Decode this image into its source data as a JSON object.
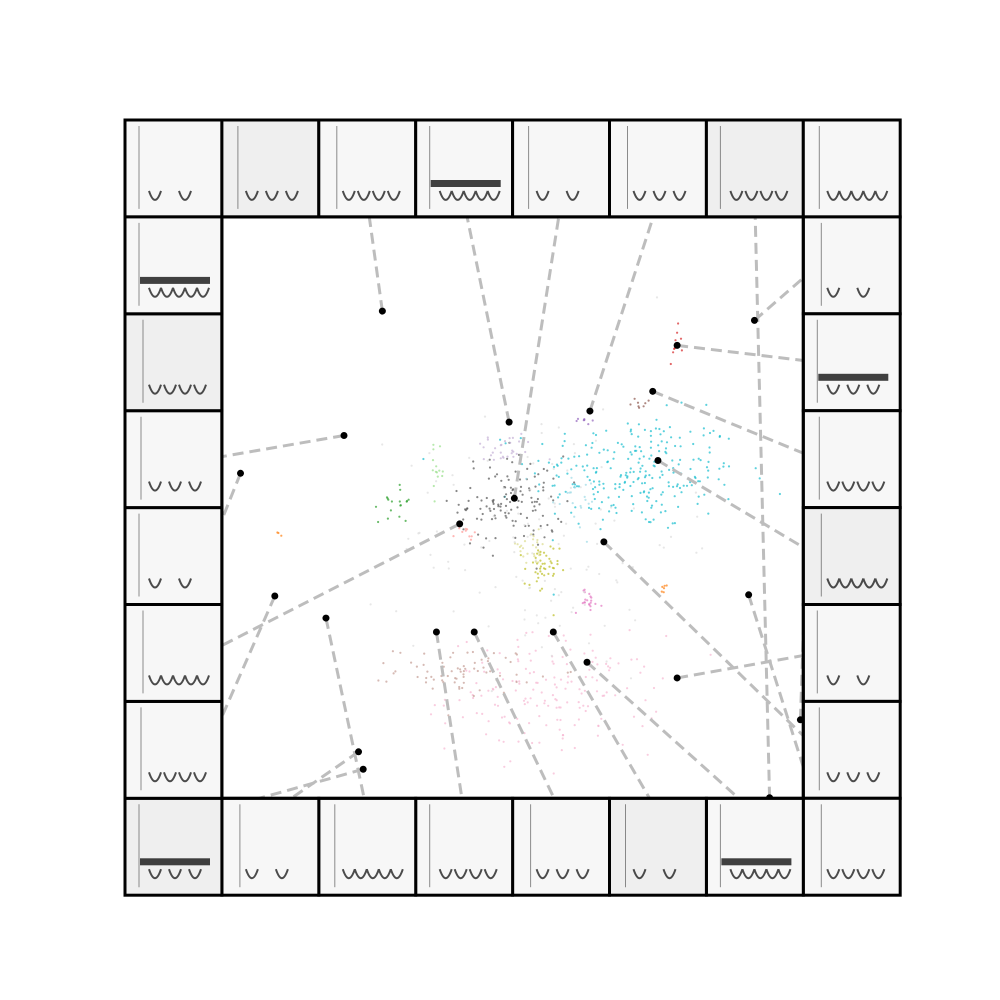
{
  "chart_data": {
    "type": "scatter",
    "title": "",
    "xlabel": "",
    "ylabel": "",
    "grid": false,
    "legend": "none",
    "xlim": [
      0,
      100
    ],
    "ylim": [
      0,
      100
    ],
    "clusters": [
      {
        "color": "#17becf",
        "x": 71,
        "y": 56,
        "sx": 9,
        "sy": 5,
        "n": 260
      },
      {
        "color": "#555555",
        "x": 50,
        "y": 51,
        "sx": 4.5,
        "sy": 4,
        "n": 130
      },
      {
        "color": "#c5b0d5",
        "x": 48,
        "y": 60,
        "sx": 3,
        "sy": 1.5,
        "n": 30
      },
      {
        "color": "#f7b6d2",
        "x": 57,
        "y": 18,
        "sx": 9,
        "sy": 5,
        "n": 170
      },
      {
        "color": "#c49c94",
        "x": 42,
        "y": 22,
        "sx": 6,
        "sy": 2,
        "n": 70
      },
      {
        "color": "#bcbd22",
        "x": 55,
        "y": 39,
        "sx": 1.5,
        "sy": 2.5,
        "n": 45
      },
      {
        "color": "#dbdb8d",
        "x": 53,
        "y": 43,
        "sx": 2,
        "sy": 1.5,
        "n": 25
      },
      {
        "color": "#e377c2",
        "x": 63,
        "y": 34,
        "sx": 1.2,
        "sy": 1,
        "n": 20
      },
      {
        "color": "#2ca02c",
        "x": 30,
        "y": 51,
        "sx": 1.5,
        "sy": 1.8,
        "n": 18
      },
      {
        "color": "#98df8a",
        "x": 37,
        "y": 56,
        "sx": 0.6,
        "sy": 2,
        "n": 14
      },
      {
        "color": "#d62728",
        "x": 78,
        "y": 78,
        "sx": 0.5,
        "sy": 1.5,
        "n": 10
      },
      {
        "color": "#ff9896",
        "x": 42,
        "y": 45,
        "sx": 1.5,
        "sy": 1,
        "n": 10
      },
      {
        "color": "#9467bd",
        "x": 62,
        "y": 65,
        "sx": 0.8,
        "sy": 0.4,
        "n": 7
      },
      {
        "color": "#8c564b",
        "x": 72,
        "y": 68,
        "sx": 0.8,
        "sy": 0.6,
        "n": 8
      },
      {
        "color": "#ff7f0e",
        "x": 76,
        "y": 36,
        "sx": 0.5,
        "sy": 0.5,
        "n": 6
      },
      {
        "color": "#ff7f0e",
        "x": 10,
        "y": 45,
        "sx": 0.4,
        "sy": 0.4,
        "n": 3
      },
      {
        "color": "#9edae5",
        "x": 60,
        "y": 52,
        "sx": 3,
        "sy": 3,
        "n": 20
      },
      {
        "color": "#dddddd",
        "x": 55,
        "y": 45,
        "sx": 12,
        "sy": 12,
        "n": 120
      }
    ],
    "highlighted_points": [
      {
        "x": 27.6,
        "y": 83.8
      },
      {
        "x": 21,
        "y": 62.4
      },
      {
        "x": 3.2,
        "y": 55.9
      },
      {
        "x": 50.3,
        "y": 51.6
      },
      {
        "x": 40.9,
        "y": 47.2
      },
      {
        "x": 9.1,
        "y": 34.8
      },
      {
        "x": 17.9,
        "y": 31.0
      },
      {
        "x": 36.9,
        "y": 28.6
      },
      {
        "x": 43.4,
        "y": 28.6
      },
      {
        "x": 57,
        "y": 28.6
      },
      {
        "x": 62.8,
        "y": 23.4
      },
      {
        "x": 78.3,
        "y": 20.7
      },
      {
        "x": 23.5,
        "y": 8.0
      },
      {
        "x": 24.3,
        "y": 5.0
      },
      {
        "x": 49.4,
        "y": 64.7
      },
      {
        "x": 63.3,
        "y": 66.6
      },
      {
        "x": 78.3,
        "y": 77.9
      },
      {
        "x": 91.6,
        "y": 82.2
      },
      {
        "x": 74.1,
        "y": 70.0
      },
      {
        "x": 75.0,
        "y": 58.1
      },
      {
        "x": 65.7,
        "y": 44.1
      },
      {
        "x": 90.6,
        "y": 35.0
      },
      {
        "x": 99.5,
        "y": 13.5
      },
      {
        "x": 94.2,
        "y": 0.1
      }
    ],
    "spectrogram_panels": 28
  },
  "style": {
    "frame_color": "#000000",
    "leader_color": "#bdbdbd",
    "point_color": "#000000",
    "panel_bg": "#f7f7f7"
  }
}
